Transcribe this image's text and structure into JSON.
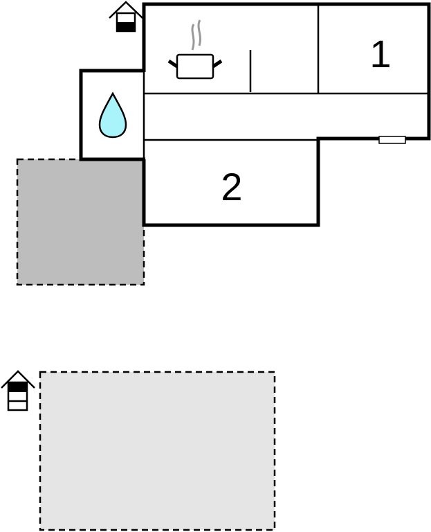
{
  "rooms": [
    {
      "label": "1"
    },
    {
      "label": "2"
    }
  ],
  "icons": [
    "house-icon-upper",
    "kitchen-pot-icon",
    "water-drop-icon",
    "window-icon",
    "house-icon-lower"
  ],
  "colors": {
    "terrace_dark": "#bdbdbd",
    "terrace_light": "#e5e5e5",
    "water": "#a8f4fa",
    "wall": "#000000"
  }
}
